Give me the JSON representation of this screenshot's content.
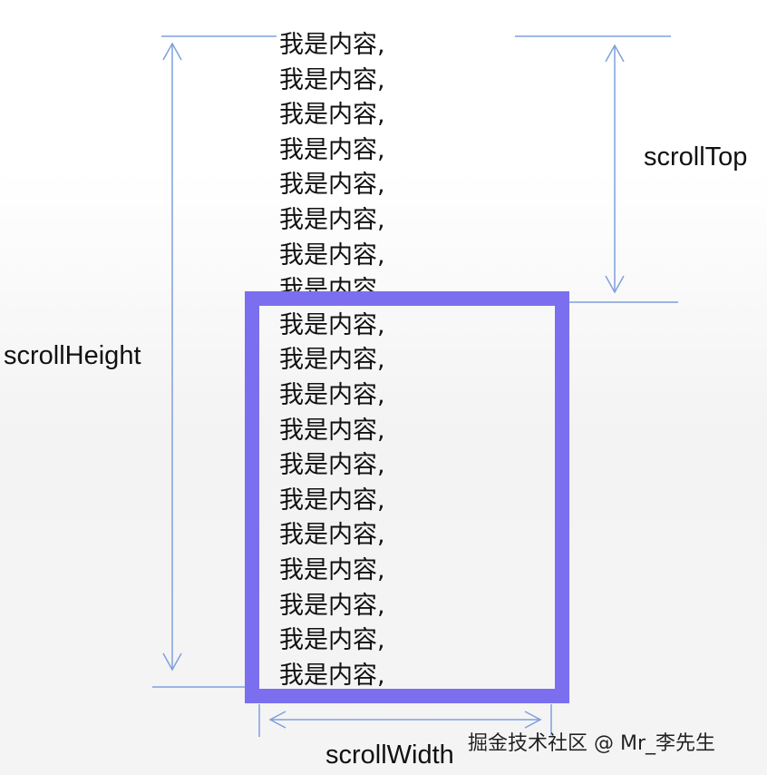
{
  "content_lines": [
    "我是内容,",
    "我是内容,",
    "我是内容,",
    "我是内容,",
    "我是内容,",
    "我是内容,",
    "我是内容,",
    "我是内容,",
    "我是内容,",
    "我是内容,",
    "我是内容,",
    "我是内容,",
    "我是内容,",
    "我是内容,",
    "我是内容,",
    "我是内容,",
    "我是内容,",
    "我是内容,",
    "我是内容,"
  ],
  "labels": {
    "scroll_top": "scrollTop",
    "scroll_height": "scrollHeight",
    "scroll_width": "scrollWidth"
  },
  "watermark": "掘金技术社区 @ Mr_李先生",
  "colors": {
    "line": "#7ea0dc",
    "viewport_border": "#7b6ff0"
  }
}
